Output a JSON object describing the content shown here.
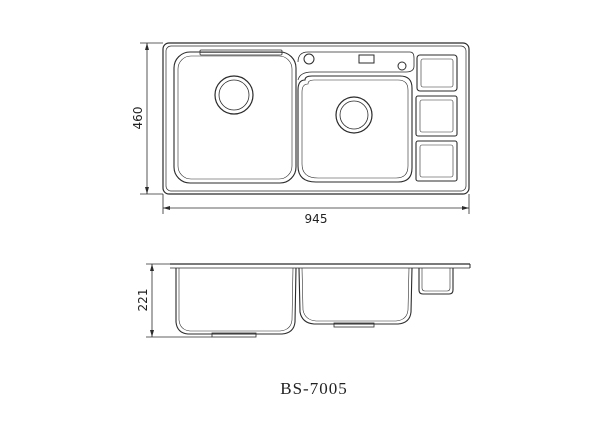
{
  "drawing": {
    "top_view": {
      "width_label": "945",
      "height_label": "460"
    },
    "side_view": {
      "depth_label": "221"
    },
    "model_label": "BS-7005",
    "line_color": "#2b2b2b"
  }
}
